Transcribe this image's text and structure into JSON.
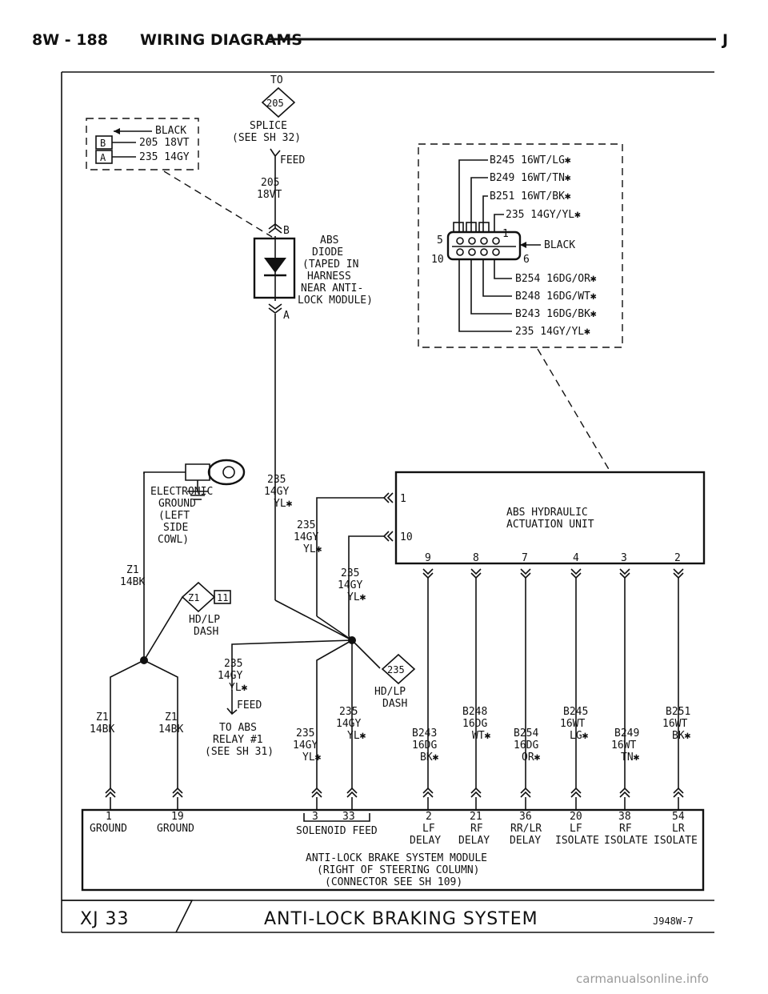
{
  "header": {
    "left": "8W - 188",
    "title": "WIRING DIAGRAMS",
    "right": "J"
  },
  "top": {
    "to": "TO",
    "splice_num": "205",
    "splice_l1": "SPLICE",
    "splice_l2": "(SEE SH 32)",
    "feed": "FEED",
    "wire_l1": "205",
    "wire_l2": "18VT"
  },
  "left_conn": {
    "color": "BLACK",
    "w1": "205 18VT",
    "w2": "235 14GY",
    "pin_b": "B",
    "pin_a": "A"
  },
  "diode": {
    "pin_b": "B",
    "pin_a": "A",
    "lines": [
      "ABS",
      "DIODE",
      "(TAPED IN",
      "HARNESS",
      "NEAR ANTI-",
      "LOCK MODULE)"
    ]
  },
  "right_conn": {
    "top_wires": [
      "B245 16WT/LG✱",
      "B249 16WT/TN✱",
      "B251 16WT/BK✱",
      "235 14GY/YL✱"
    ],
    "color": "BLACK",
    "pin_5": "5",
    "pin_1": "1",
    "pin_10": "10",
    "pin_6": "6",
    "bottom_wires": [
      "B254 16DG/OR✱",
      "B248 16DG/WT✱",
      "B243 16DG/BK✱",
      "235 14GY/YL✱"
    ]
  },
  "ground": {
    "lines": [
      "ELECTRONIC",
      "GROUND",
      "(LEFT",
      "SIDE",
      "COWL)"
    ],
    "wire_l1": "Z1",
    "wire_l2": "14BK"
  },
  "splice_z1": {
    "num": "Z1",
    "pin": "11",
    "l1": "HD/LP",
    "l2": "DASH"
  },
  "w235": {
    "l1": "235",
    "l2": "14GY",
    "l3": "YL✱"
  },
  "hcu": {
    "title_l1": "ABS HYDRAULIC",
    "title_l2": "ACTUATION UNIT",
    "pin_1": "1",
    "pin_10": "10",
    "pins": [
      "9",
      "8",
      "7",
      "4",
      "3",
      "2"
    ]
  },
  "splice_235": {
    "num": "235",
    "l1": "HD/LP",
    "l2": "DASH"
  },
  "relay": {
    "w1": "235",
    "w2": "14GY",
    "w3": "YL✱",
    "feed": "FEED",
    "l1": "TO ABS",
    "l2": "RELAY #1",
    "l3": "(SEE SH 31)"
  },
  "lower_wires": {
    "z1_a": [
      "Z1",
      "14BK"
    ],
    "z1_b": [
      "Z1",
      "14BK"
    ],
    "w235_a": [
      "235",
      "14GY",
      "YL✱"
    ],
    "w235_b": [
      "235",
      "14GY",
      "YL✱"
    ],
    "b243": [
      "B243",
      "16DG",
      "BK✱"
    ],
    "b248": [
      "B248",
      "16DG",
      "WT✱"
    ],
    "b254": [
      "B254",
      "16DG",
      "OR✱"
    ],
    "b245": [
      "B245",
      "16WT",
      "LG✱"
    ],
    "b249": [
      "B249",
      "16WT",
      "TN✱"
    ],
    "b251": [
      "B251",
      "16WT",
      "BK✱"
    ]
  },
  "cab": {
    "pins": [
      "1",
      "19",
      "3",
      "33",
      "2",
      "21",
      "36",
      "20",
      "38",
      "54"
    ],
    "ground1": "GROUND",
    "ground2": "GROUND",
    "solenoid": "SOLENOID FEED",
    "labels_l1": [
      "LF",
      "RF",
      "RR/LR",
      "LF",
      "RF",
      "LR"
    ],
    "labels_l2": [
      "DELAY",
      "DELAY",
      "DELAY",
      "ISOLATE",
      "ISOLATE",
      "ISOLATE"
    ],
    "title_l1": "ANTI-LOCK BRAKE SYSTEM MODULE",
    "title_l2": "(RIGHT OF STEERING COLUMN)",
    "title_l3": "(CONNECTOR SEE SH 109)"
  },
  "footer": {
    "code": "XJ 33",
    "title": "ANTI-LOCK BRAKING SYSTEM",
    "ref": "J948W-7"
  },
  "watermark": "carmanualsonline.info"
}
